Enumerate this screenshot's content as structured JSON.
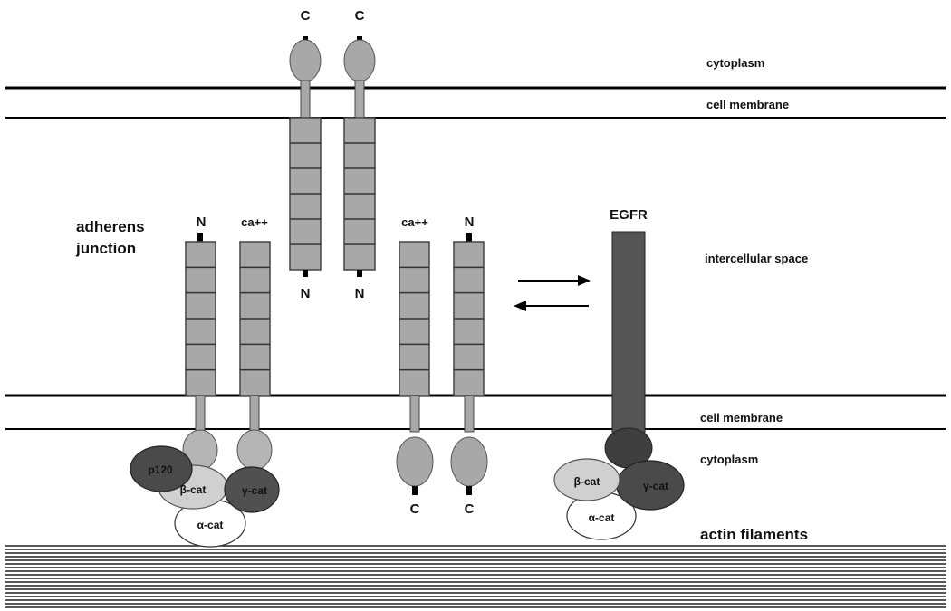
{
  "layer_labels": {
    "cytoplasm_top": "cytoplasm",
    "membrane_top": "cell membrane",
    "intercellular": "intercellular space",
    "membrane_bottom": "cell membrane",
    "cytoplasm_bottom": "cytoplasm",
    "actin": "actin filaments"
  },
  "adherens_label": [
    "adherens",
    "junction"
  ],
  "termini": {
    "c": "C",
    "n": "N"
  },
  "calcium": "ca++",
  "egfr_label": "EGFR",
  "binding_partners": {
    "p120": "p120",
    "beta_cat": "β-cat",
    "alpha_cat": "α-cat",
    "gamma_cat": "γ-cat"
  },
  "colors": {
    "cadherin": "#a8a8a8",
    "cadherin_stroke": "#444444",
    "egfr": "#555555",
    "p120": "#4a4a4a",
    "beta_cat": "#d0d0d0",
    "gamma_cat": "#505050",
    "alpha_cat": "#ffffff",
    "membrane_line": "#000000"
  }
}
